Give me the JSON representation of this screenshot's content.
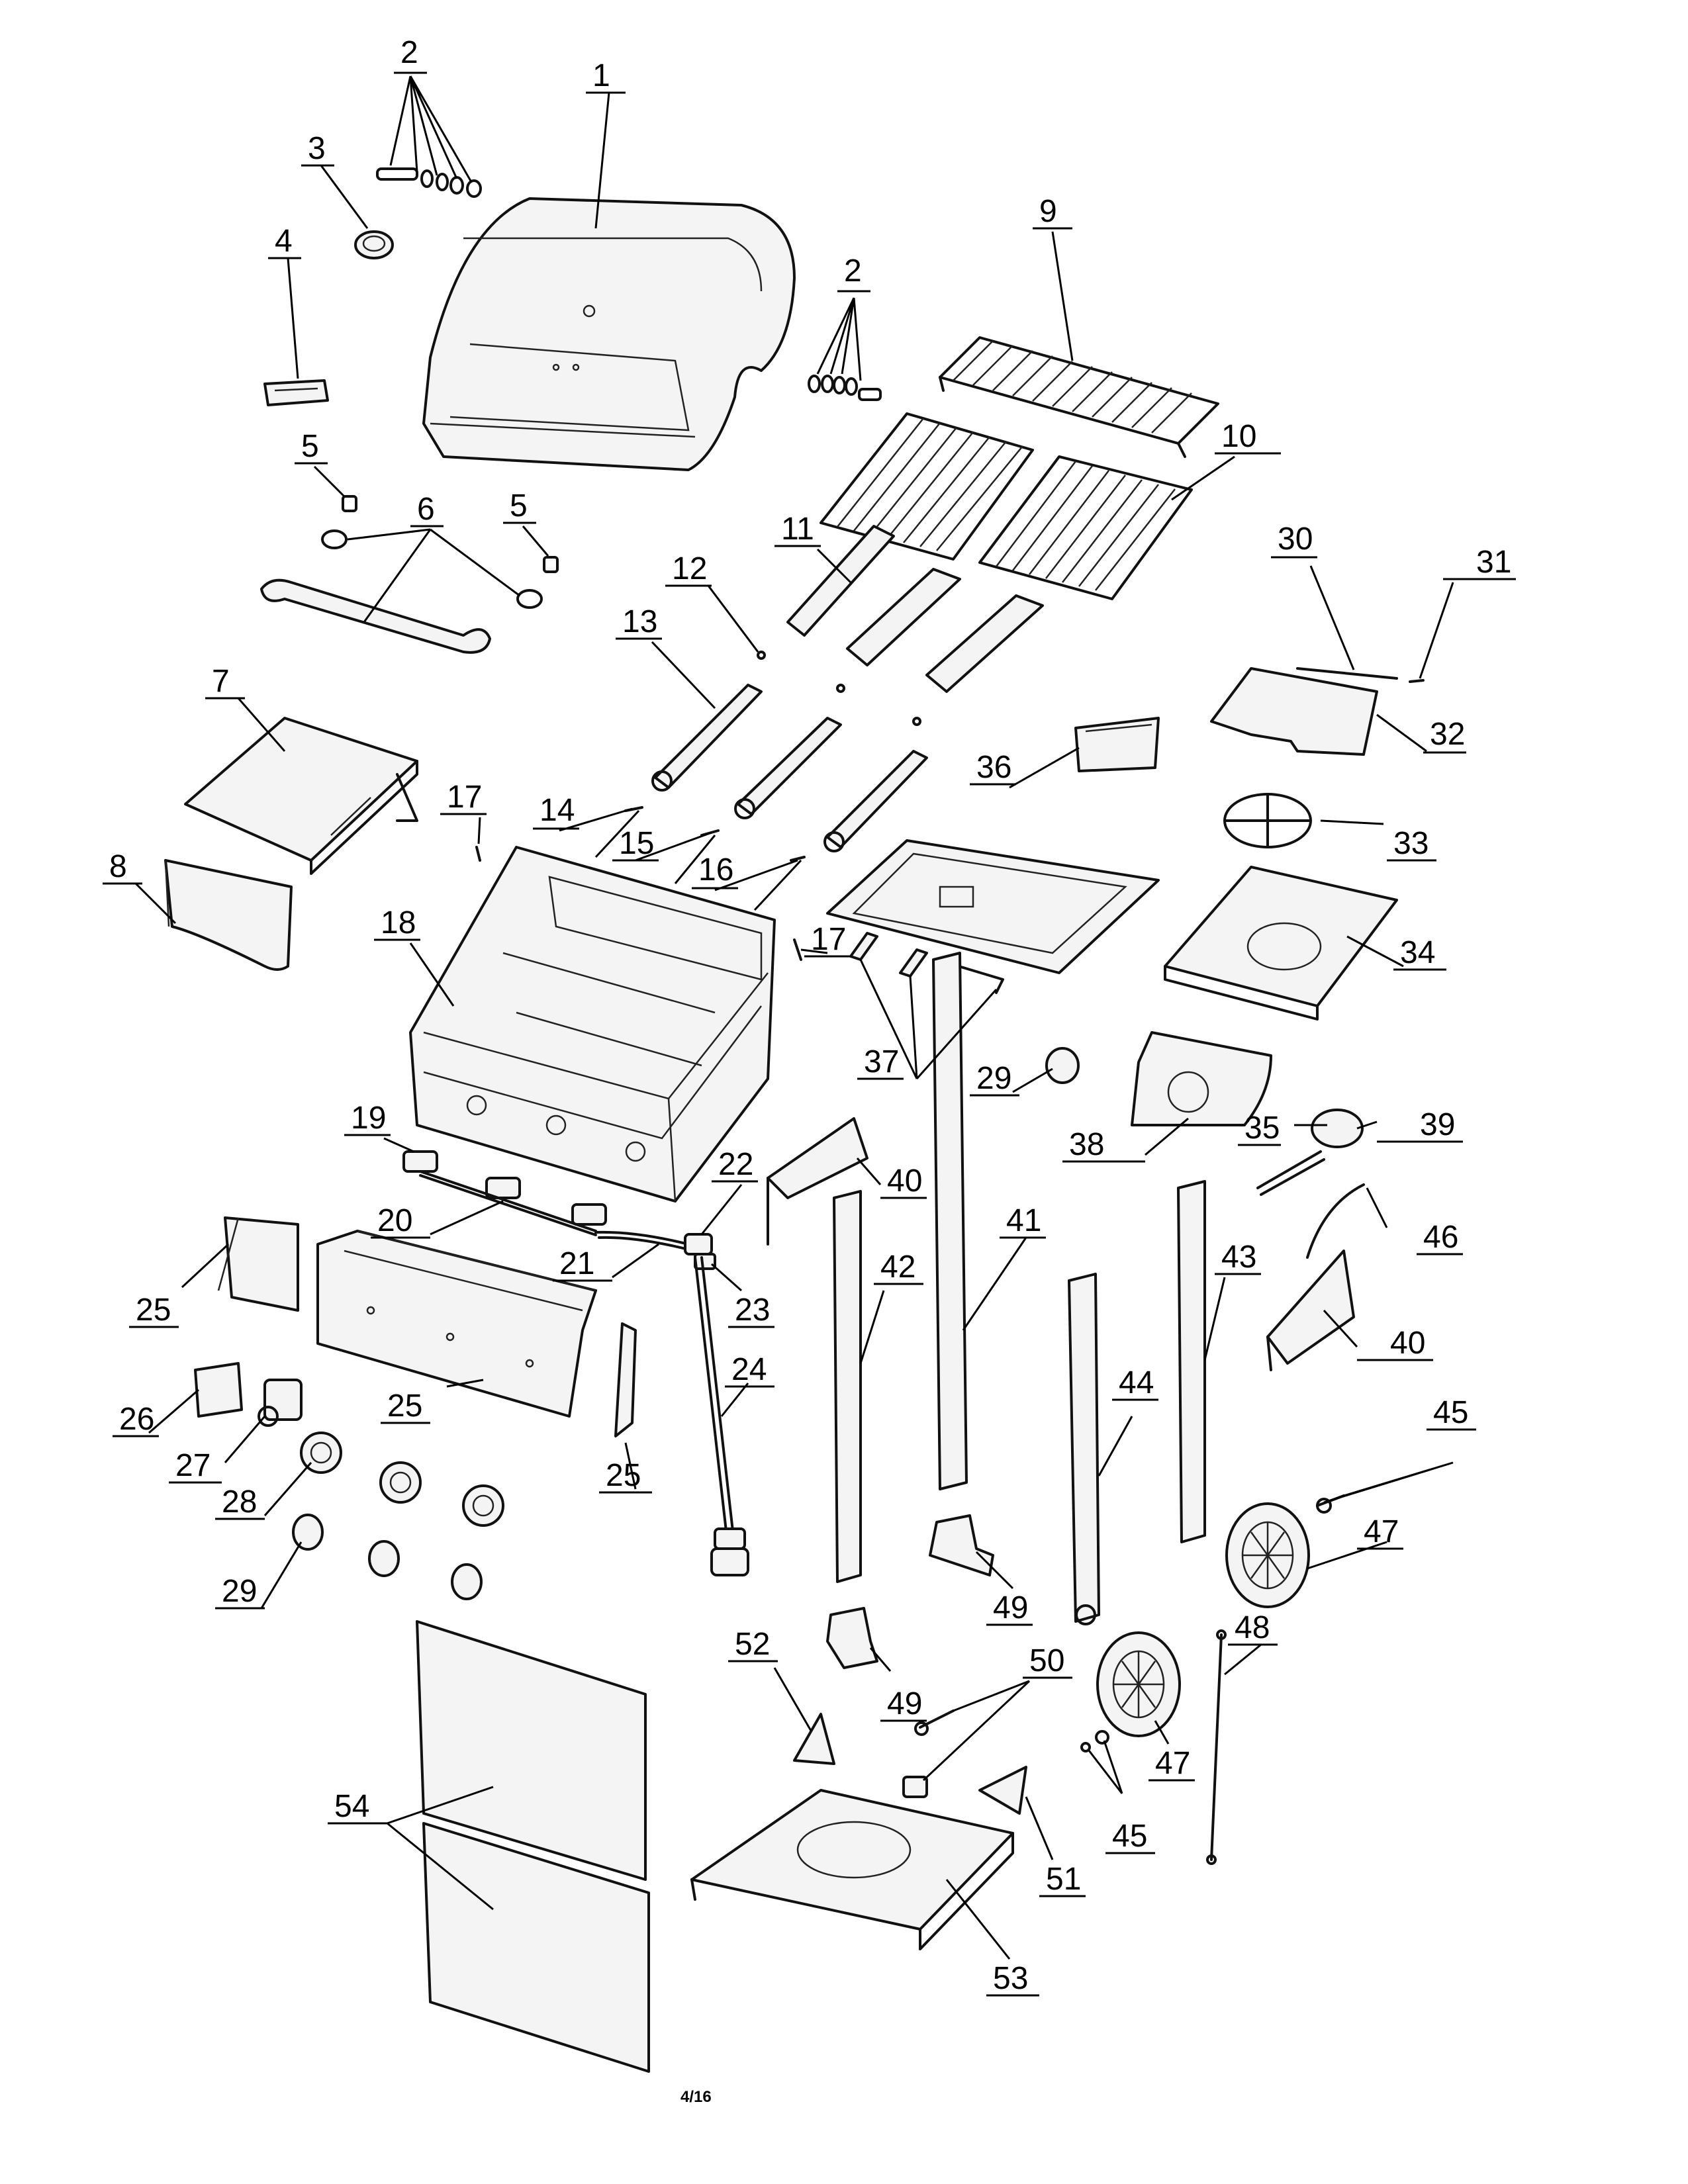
{
  "page": {
    "page_number": "4/16"
  },
  "callouts": [
    {
      "id": "c1",
      "label": "1"
    },
    {
      "id": "c2a",
      "label": "2"
    },
    {
      "id": "c2b",
      "label": "2"
    },
    {
      "id": "c3",
      "label": "3"
    },
    {
      "id": "c4",
      "label": "4"
    },
    {
      "id": "c5a",
      "label": "5"
    },
    {
      "id": "c5b",
      "label": "5"
    },
    {
      "id": "c6",
      "label": "6"
    },
    {
      "id": "c7",
      "label": "7"
    },
    {
      "id": "c8",
      "label": "8"
    },
    {
      "id": "c9",
      "label": "9"
    },
    {
      "id": "c10",
      "label": "10"
    },
    {
      "id": "c11",
      "label": "11"
    },
    {
      "id": "c12",
      "label": "12"
    },
    {
      "id": "c13",
      "label": "13"
    },
    {
      "id": "c14",
      "label": "14"
    },
    {
      "id": "c15",
      "label": "15"
    },
    {
      "id": "c16",
      "label": "16"
    },
    {
      "id": "c17a",
      "label": "17"
    },
    {
      "id": "c17b",
      "label": "17"
    },
    {
      "id": "c18",
      "label": "18"
    },
    {
      "id": "c19",
      "label": "19"
    },
    {
      "id": "c20",
      "label": "20"
    },
    {
      "id": "c21",
      "label": "21"
    },
    {
      "id": "c22",
      "label": "22"
    },
    {
      "id": "c23",
      "label": "23"
    },
    {
      "id": "c24",
      "label": "24"
    },
    {
      "id": "c25a",
      "label": "25"
    },
    {
      "id": "c25b",
      "label": "25"
    },
    {
      "id": "c25c",
      "label": "25"
    },
    {
      "id": "c26",
      "label": "26"
    },
    {
      "id": "c27",
      "label": "27"
    },
    {
      "id": "c28",
      "label": "28"
    },
    {
      "id": "c29a",
      "label": "29"
    },
    {
      "id": "c29b",
      "label": "29"
    },
    {
      "id": "c30",
      "label": "30"
    },
    {
      "id": "c31",
      "label": "31"
    },
    {
      "id": "c32",
      "label": "32"
    },
    {
      "id": "c33",
      "label": "33"
    },
    {
      "id": "c34",
      "label": "34"
    },
    {
      "id": "c35",
      "label": "35"
    },
    {
      "id": "c36",
      "label": "36"
    },
    {
      "id": "c37",
      "label": "37"
    },
    {
      "id": "c38",
      "label": "38"
    },
    {
      "id": "c39",
      "label": "39"
    },
    {
      "id": "c40a",
      "label": "40"
    },
    {
      "id": "c40b",
      "label": "40"
    },
    {
      "id": "c41",
      "label": "41"
    },
    {
      "id": "c42",
      "label": "42"
    },
    {
      "id": "c43",
      "label": "43"
    },
    {
      "id": "c44",
      "label": "44"
    },
    {
      "id": "c45a",
      "label": "45"
    },
    {
      "id": "c45b",
      "label": "45"
    },
    {
      "id": "c46",
      "label": "46"
    },
    {
      "id": "c47a",
      "label": "47"
    },
    {
      "id": "c47b",
      "label": "47"
    },
    {
      "id": "c48",
      "label": "48"
    },
    {
      "id": "c49a",
      "label": "49"
    },
    {
      "id": "c49b",
      "label": "49"
    },
    {
      "id": "c50",
      "label": "50"
    },
    {
      "id": "c51",
      "label": "51"
    },
    {
      "id": "c52",
      "label": "52"
    },
    {
      "id": "c53",
      "label": "53"
    },
    {
      "id": "c54",
      "label": "54"
    }
  ]
}
